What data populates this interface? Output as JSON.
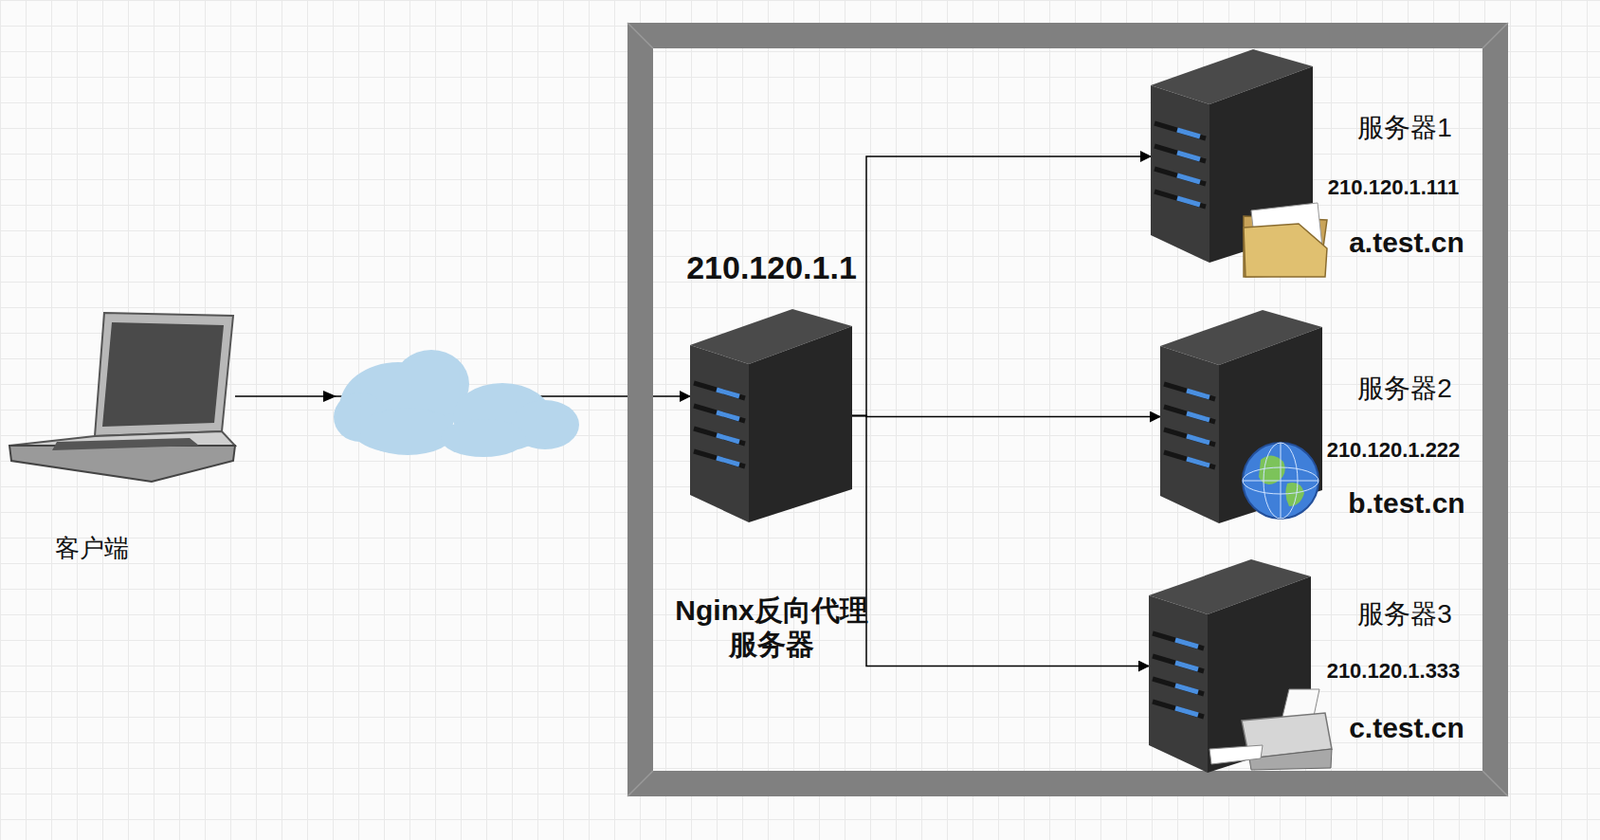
{
  "diagram": {
    "nodes": [
      {
        "text": [
          "客户端"
        ]
      },
      {
        "text": [
          "210.120.1.1",
          "Nginx反向代理服务器"
        ]
      },
      {
        "text": [
          "服务器1",
          "210.120.1.111",
          "a.test.cn"
        ]
      },
      {
        "text": [
          "服务器2",
          "210.120.1.222",
          "b.test.cn"
        ]
      },
      {
        "text": [
          "服务器3",
          "210.120.1.333",
          "c.test.cn"
        ]
      }
    ],
    "edges": [
      {
        "from": 0,
        "to": 1,
        "arrow": "to"
      },
      {
        "from": 1,
        "to": 2,
        "arrow": "to"
      },
      {
        "from": 1,
        "to": 3,
        "arrow": "to"
      },
      {
        "from": 1,
        "to": 4,
        "arrow": "to"
      }
    ]
  }
}
